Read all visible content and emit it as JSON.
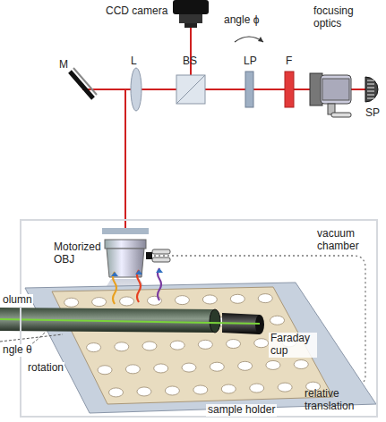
{
  "diagram": {
    "nodes": [
      {
        "text": [
          "vacuum chamber"
        ]
      }
    ],
    "edges": [],
    "labels": [
      "CCD camera",
      "angle ϕ",
      "focusing optics",
      "M",
      "L",
      "BS",
      "LP",
      "F",
      "SP",
      "Motorized OBJ",
      "olumn",
      "ngle θ",
      "rotation",
      "Faraday cup",
      "relative translation",
      "sample holder"
    ]
  }
}
